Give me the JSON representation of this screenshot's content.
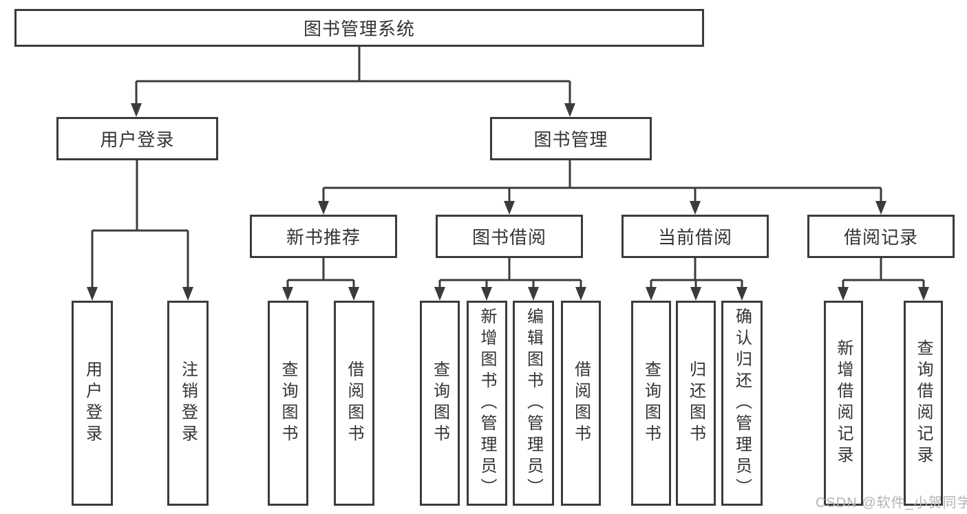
{
  "diagram_type": "tree",
  "nodes": {
    "root": {
      "label": "图书管理系统"
    },
    "user_login": {
      "label": "用户登录"
    },
    "book_management": {
      "label": "图书管理"
    },
    "user_login_action": {
      "label": "用户登录"
    },
    "logout_action": {
      "label": "注销登录"
    },
    "new_book_recommendation": {
      "label": "新书推荐"
    },
    "book_borrowing": {
      "label": "图书借阅"
    },
    "current_borrowing": {
      "label": "当前借阅"
    },
    "borrowing_records": {
      "label": "借阅记录"
    },
    "query_books_1": {
      "label": "查询图书"
    },
    "borrow_books_1": {
      "label": "借阅图书"
    },
    "query_books_2": {
      "label": "查询图书"
    },
    "add_books_admin": {
      "label": "新增图书（管理员）"
    },
    "edit_books_admin": {
      "label": "编辑图书（管理员）"
    },
    "borrow_books_2": {
      "label": "借阅图书"
    },
    "query_books_3": {
      "label": "查询图书"
    },
    "return_books": {
      "label": "归还图书"
    },
    "confirm_return_admin": {
      "label": "确认归还（管理员）"
    },
    "add_borrow_record": {
      "label": "新增借阅记录"
    },
    "query_borrow_record": {
      "label": "查询借阅记录"
    }
  },
  "edges": [
    [
      "root",
      "user_login"
    ],
    [
      "root",
      "book_management"
    ],
    [
      "user_login",
      "user_login_action"
    ],
    [
      "user_login",
      "logout_action"
    ],
    [
      "book_management",
      "new_book_recommendation"
    ],
    [
      "book_management",
      "book_borrowing"
    ],
    [
      "book_management",
      "current_borrowing"
    ],
    [
      "book_management",
      "borrowing_records"
    ],
    [
      "new_book_recommendation",
      "query_books_1"
    ],
    [
      "new_book_recommendation",
      "borrow_books_1"
    ],
    [
      "book_borrowing",
      "query_books_2"
    ],
    [
      "book_borrowing",
      "add_books_admin"
    ],
    [
      "book_borrowing",
      "edit_books_admin"
    ],
    [
      "book_borrowing",
      "borrow_books_2"
    ],
    [
      "current_borrowing",
      "query_books_3"
    ],
    [
      "current_borrowing",
      "return_books"
    ],
    [
      "current_borrowing",
      "confirm_return_admin"
    ],
    [
      "borrowing_records",
      "add_borrow_record"
    ],
    [
      "borrowing_records",
      "query_borrow_record"
    ]
  ],
  "watermark": {
    "text": "CSDN @软件_小贺同学"
  },
  "colors": {
    "line": "#3b3b3b",
    "text": "#333333",
    "box_background": "#ffffff",
    "page_background": "#ffffff",
    "watermark": "#b7b2b6"
  }
}
